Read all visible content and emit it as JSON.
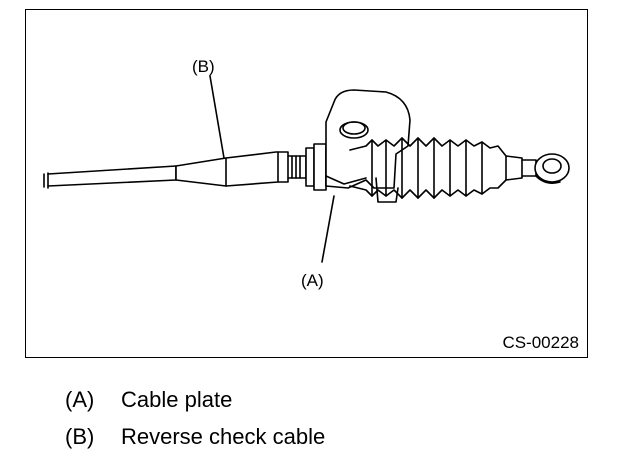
{
  "figure": {
    "code": "CS-00228",
    "callouts": {
      "a": "(A)",
      "b": "(B)"
    }
  },
  "legend": [
    {
      "key": "(A)",
      "label": "Cable plate"
    },
    {
      "key": "(B)",
      "label": "Reverse check cable"
    }
  ]
}
